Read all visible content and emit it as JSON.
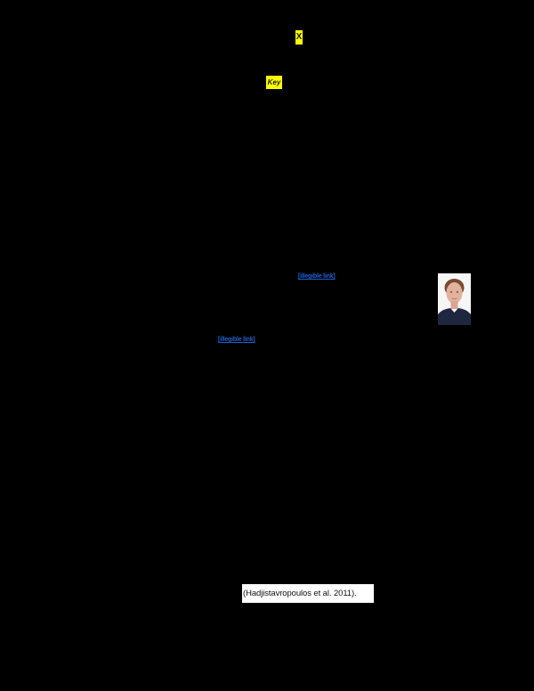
{
  "page": {
    "background": "#000000"
  },
  "highlights": {
    "x_mark": "X",
    "key_label": "Key"
  },
  "author": {
    "email_link": "[illegible link]",
    "photo_alt": "Author headshot",
    "profile_url_link": "[illegible link]"
  },
  "body": {
    "citation": "(Hadjistavropoulos et al. 2011)."
  },
  "colors": {
    "highlight": "#ffff00",
    "link": "#1f5fd1",
    "citation_bg": "#ffffff"
  }
}
